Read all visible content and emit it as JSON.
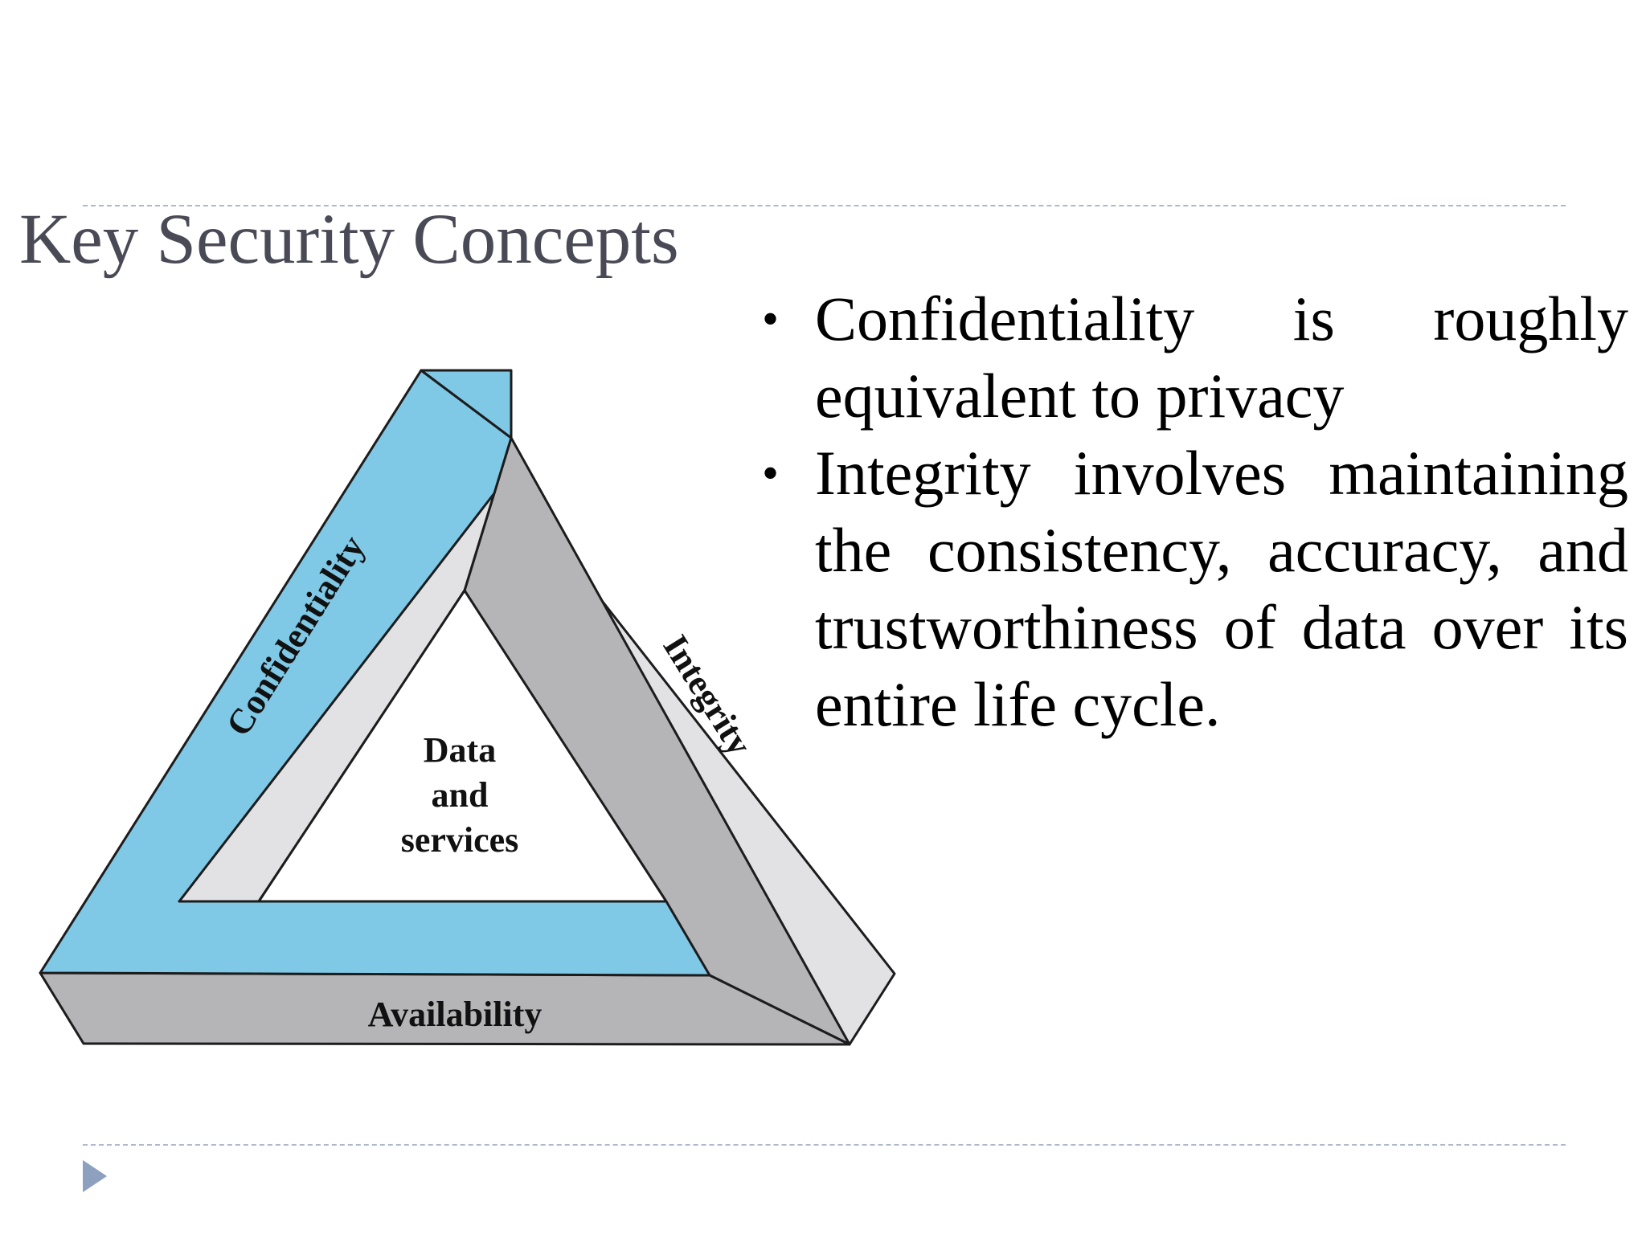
{
  "slide": {
    "title": "Key Security Concepts",
    "bullets": [
      {
        "text": "Confidentiality is roughly equivalent to privacy"
      },
      {
        "text": "Integrity involves maintaining the consistency, accuracy, and trustworthiness of data over its entire life cycle."
      }
    ],
    "bullet_glyph": "•"
  },
  "diagram": {
    "labels": {
      "confidentiality": "Confidentiality",
      "integrity": "Integrity",
      "availability": "Availability",
      "center_line1": "Data",
      "center_line2": "and",
      "center_line3": "services"
    },
    "colors": {
      "confidentiality": "#7fc8e6",
      "integrity": "#e2e1e4",
      "availability": "#b5b5b8",
      "outline": "#1c1c1c"
    }
  },
  "navigation": {
    "next_icon": "play-triangle-icon"
  }
}
